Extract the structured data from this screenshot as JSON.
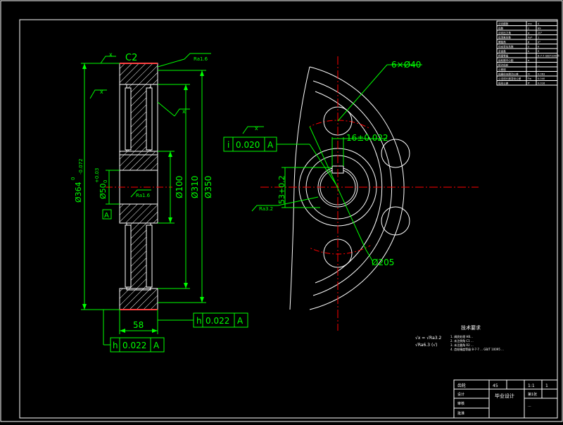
{
  "colors": {
    "background": "#000000",
    "outline": "#ffffff",
    "dimension": "#00ff00",
    "centerline": "#ff0000",
    "hatch": "#ffffff",
    "part_edge_highlight": "#ff4040",
    "text_small": "#ffffff"
  },
  "annotations": {
    "chamfer": "C2",
    "roughness_top": "Ra1.6",
    "roughness_bore": "Ra1.6",
    "roughness_keyway": "Ra3.2",
    "roughness_symbol_x": "x",
    "hole_pattern": "6×Ø40",
    "keyway_width": "16±0.022",
    "keyway_depth": "53+0.2",
    "pitch_circle": "Ø205"
  },
  "dimensions_section": {
    "tip_diameter": "Ø364",
    "tip_tol_upper": "0",
    "tip_tol_lower": "-0.072",
    "bore": "Ø50",
    "bore_tol_upper": "+0.03",
    "bore_tol_lower": "0",
    "hub": "Ø100",
    "web_inner": "Ø310",
    "web_outer": "Ø350",
    "width": "58",
    "datum": "A"
  },
  "tolerance_frames": {
    "runout_mid": {
      "symbol": "i",
      "value": "0.020",
      "datum": "A"
    },
    "face_runout": {
      "symbol": "h",
      "value": "0.022",
      "datum": "A"
    },
    "bottom_runout": {
      "symbol": "h",
      "value": "0.022",
      "datum": "A"
    }
  },
  "tech_requirements": {
    "title": "技术要求",
    "lines": [
      "1. 调质处理 HB...",
      "2. 未注倒角 C1 ...",
      "3. 未注圆角 R2 ...",
      "4. 齿轮精度等级 8-7-7 ... GB/T 10095 ..."
    ],
    "eq1": "√x = √Ra3.2",
    "eq2": "√Ra6.3 (√)"
  },
  "params_table": {
    "rows": [
      [
        "法向模数",
        "mn",
        "4"
      ],
      [
        "齿数",
        "z",
        "89"
      ],
      [
        "法向压力角",
        "α",
        "20°"
      ],
      [
        "齿顶高系数",
        "ha*",
        "1"
      ],
      [
        "螺旋角",
        "β",
        "0°"
      ],
      [
        "径向变位系数",
        "x",
        "0"
      ],
      [
        "全齿高",
        "h",
        "9"
      ],
      [
        "精度等级",
        "",
        "8-7-7 GB/T10095"
      ],
      [
        "齿轮副中心距",
        "a",
        "..."
      ],
      [
        "配对齿轮",
        "",
        "..."
      ],
      [
        "公差组",
        "",
        "..."
      ],
      [
        "齿圈径向跳动公差",
        "Fr",
        "0.063"
      ],
      [
        "公法线长度变动公差",
        "Fw",
        "0.040"
      ],
      [
        "齿形公差",
        "ff",
        "0.016"
      ]
    ]
  },
  "title_block": {
    "name": "齿轮",
    "design_label": "设计",
    "check_label": "审核",
    "approve_label": "批准",
    "school": "毕业设计",
    "material": "45",
    "scale": "1:1",
    "sheet": "第1张",
    "drawing_no": "...",
    "qty": "1"
  }
}
